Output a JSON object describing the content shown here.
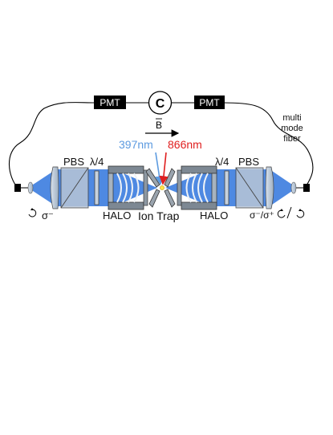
{
  "labels": {
    "pmt_left": "PMT",
    "pmt_right": "PMT",
    "counter": "C",
    "b_field": "B",
    "laser_397": "397nm",
    "laser_866": "866nm",
    "fiber": [
      "multi",
      "mode",
      "fiber"
    ],
    "pbs_left": "PBS",
    "pbs_right": "PBS",
    "qwp_left": "λ/4",
    "qwp_right": "λ/4",
    "halo_left": "HALO",
    "halo_right": "HALO",
    "ion_trap": "Ion Trap",
    "pol_left": "σ⁻",
    "pol_right": "σ⁻/σ⁺"
  },
  "colors": {
    "beam": "#3f7fe0",
    "laser_397": "#5d9be0",
    "laser_866": "#e01f1f",
    "pmt_box": "#000000"
  },
  "icons": {
    "circular_left": "counter-clockwise-arrow-icon",
    "circular_right": "clockwise-and-counter-clockwise-arrows-icon"
  }
}
